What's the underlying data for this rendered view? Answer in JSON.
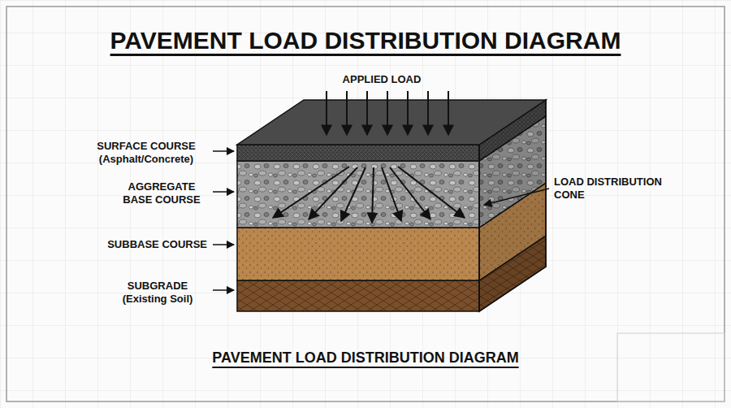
{
  "diagram": {
    "title": "PAVEMENT LOAD DISTRIBUTION DIAGRAM",
    "caption": "PAVEMENT LOAD DISTRIBUTION DIAGRAM",
    "labels": [
      "APPLIED LOAD",
      "SURFACE COURSE (Asphalt/Concrete)",
      "AGGREGATE BASE COURSE",
      "SUBBASE COURSE",
      "SUBGRADE (Existing Soil)",
      "LOAD DISTRIBUTION CONE"
    ]
  }
}
